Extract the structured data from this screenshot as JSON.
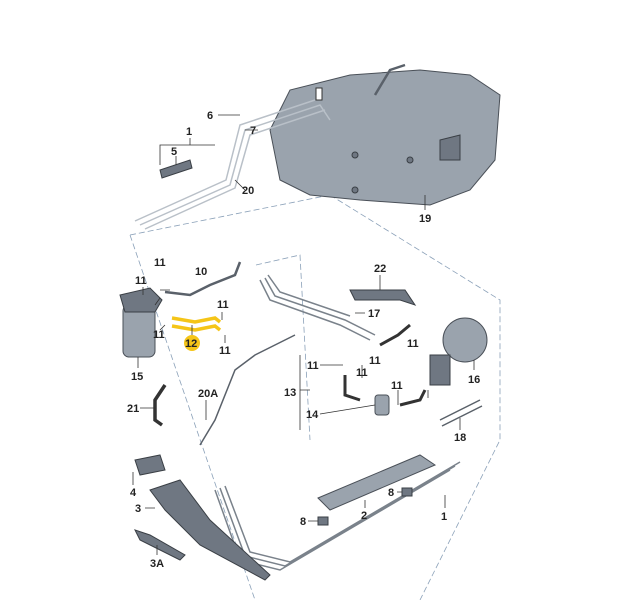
{
  "diagram": {
    "labels": {
      "l1_top": "1",
      "l5": "5",
      "l6": "6",
      "l7": "7",
      "l20": "20",
      "l19": "19",
      "l11_a": "11",
      "l10": "10",
      "l11_b": "11",
      "l11_c": "11",
      "l11_d": "11",
      "l12": "12",
      "l11_e": "11",
      "l15": "15",
      "l22": "22",
      "l17": "17",
      "l11_f": "11",
      "l11_g": "11",
      "l11_h": "11",
      "l11_i": "11",
      "l11_j": "11",
      "l13": "13",
      "l14": "14",
      "l16": "16",
      "l21": "21",
      "l20A": "20A",
      "l18": "18",
      "l4": "4",
      "l3": "3",
      "l3A": "3A",
      "l8_a": "8",
      "l8_b": "8",
      "l2": "2",
      "l1_bottom": "1"
    },
    "highlight_color": "#f5c518"
  }
}
